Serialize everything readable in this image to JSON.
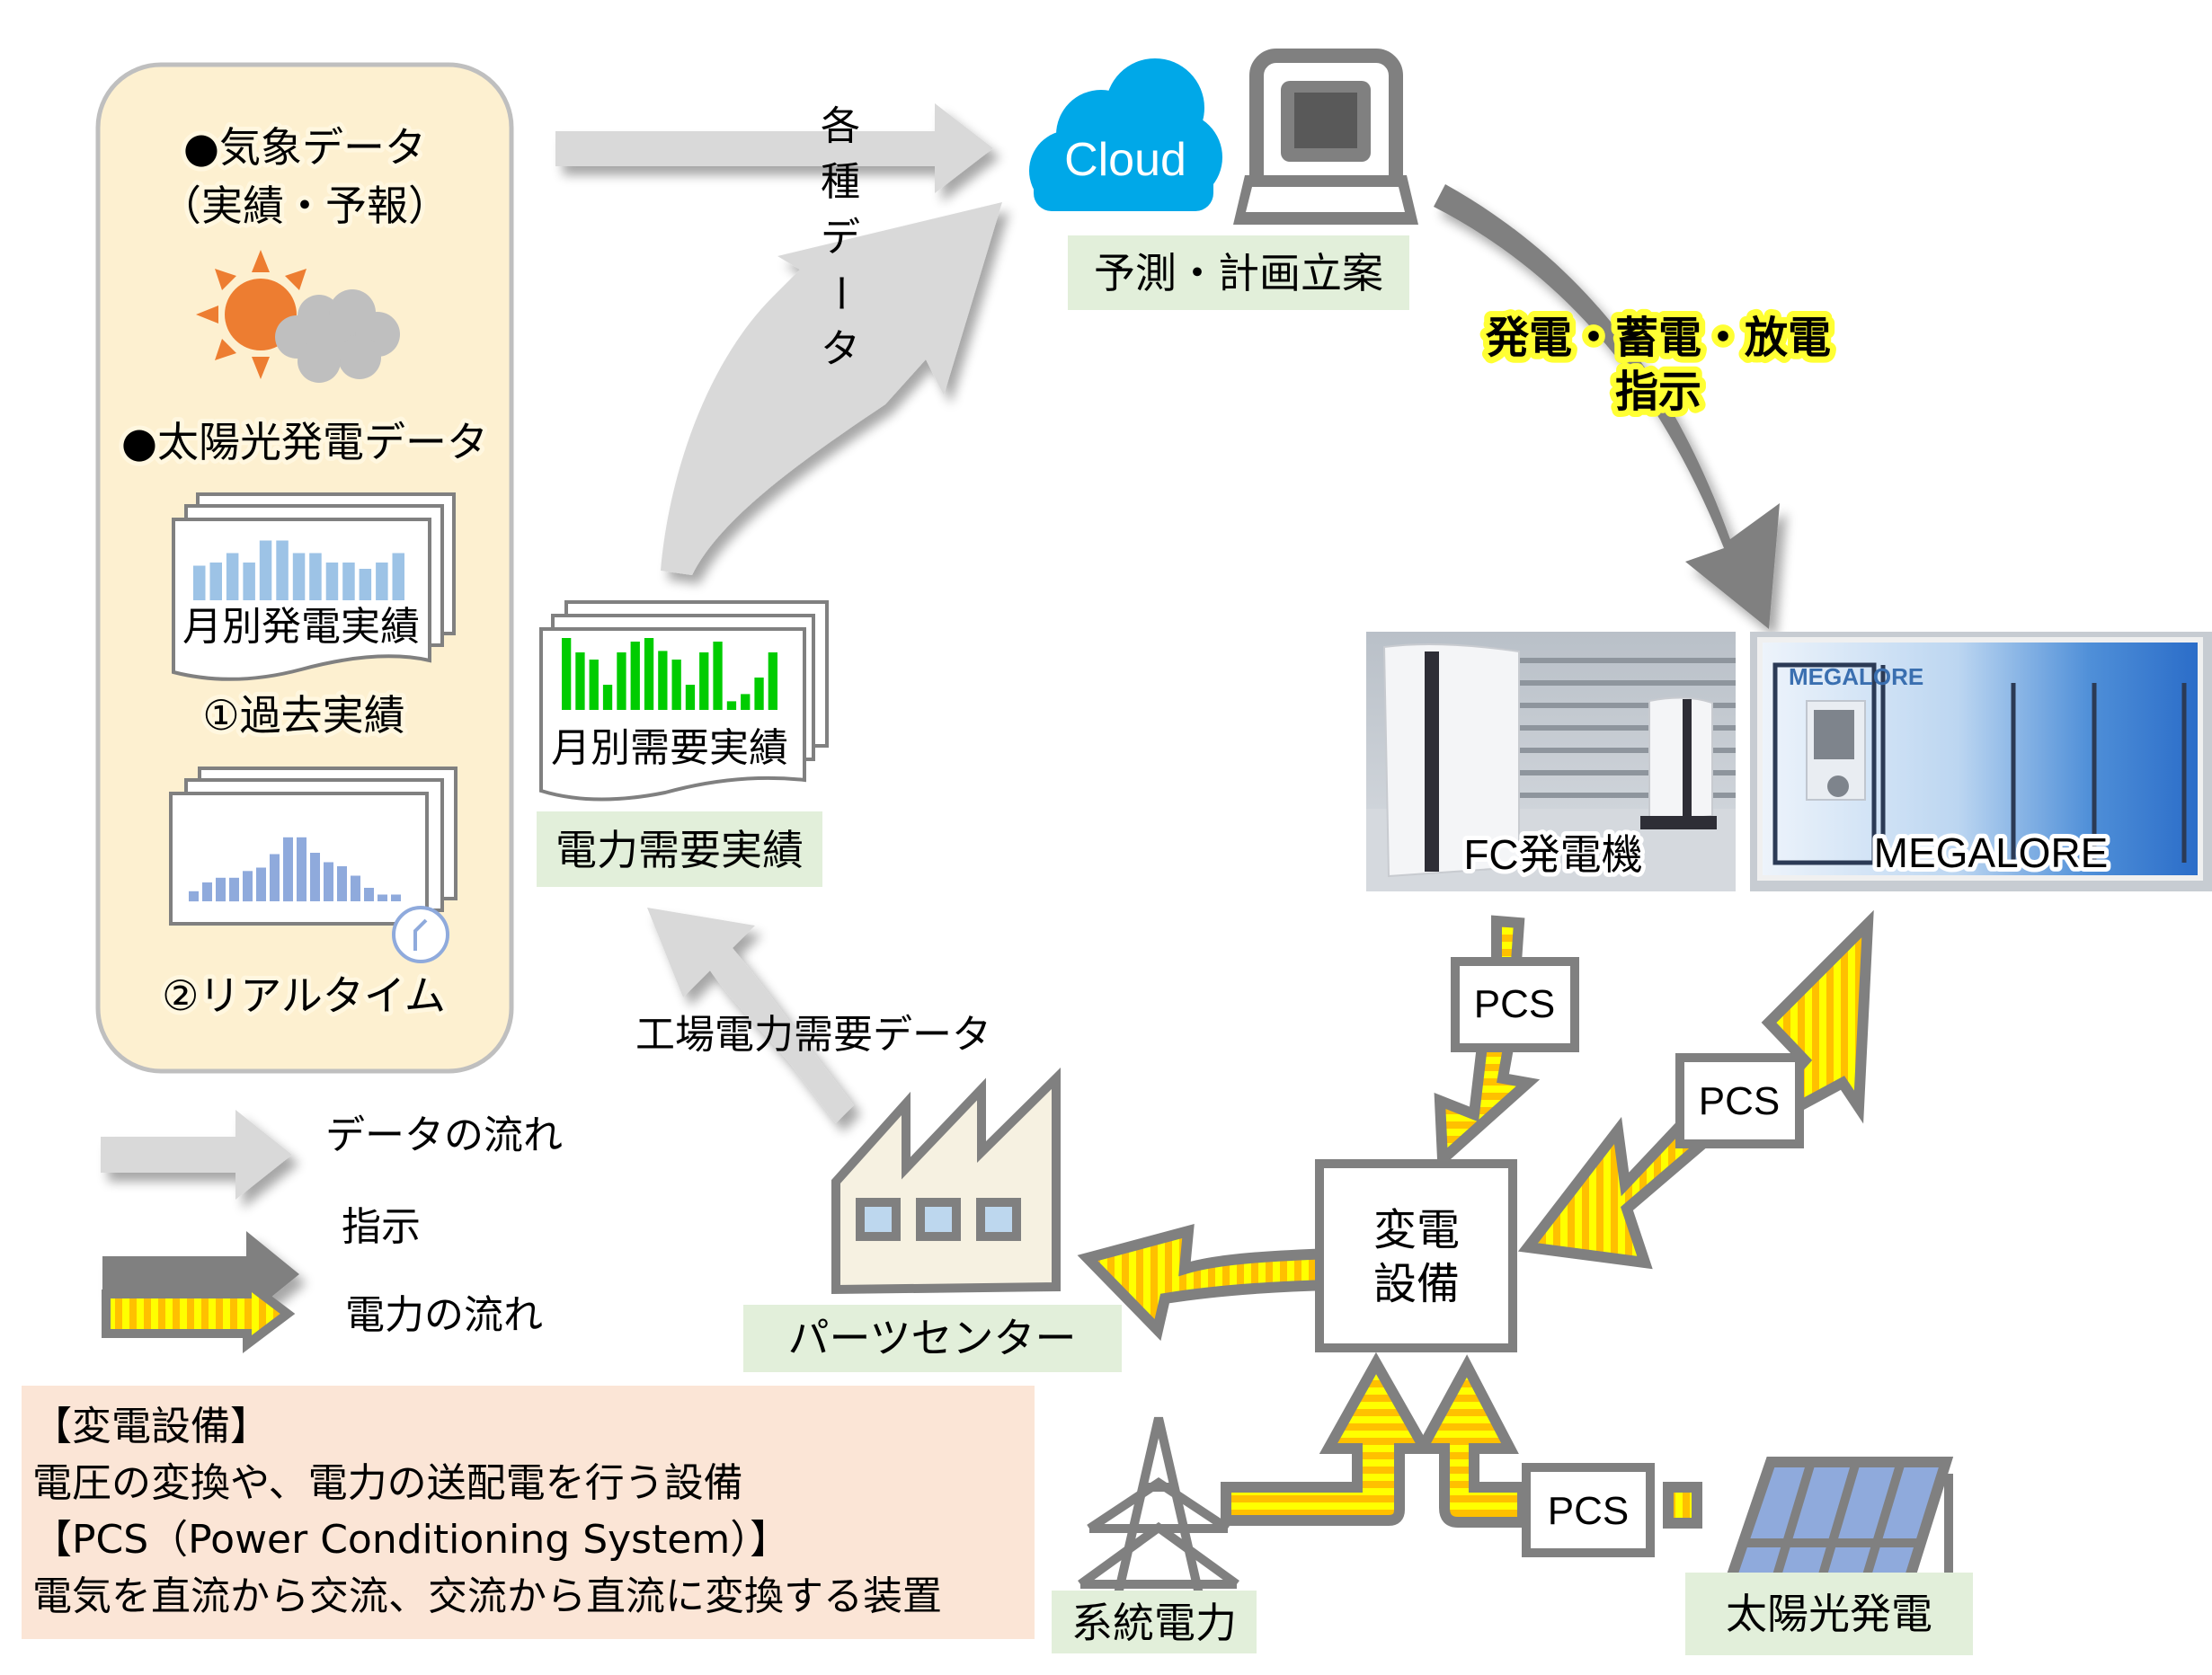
{
  "colors": {
    "panel_bg": "#fdf0d0",
    "panel_border": "#bfbfbf",
    "label_bg": "#e2efda",
    "note_bg": "#fbe5d6",
    "cloud": "#00a8e8",
    "data_arrow": "#d9d9d9",
    "instruction_arrow": "#808080",
    "power_yellow": "#ffff00",
    "power_orange": "#ffc000",
    "sun": "#ed7d31",
    "solar_bar": "#9dc3e6",
    "realtime_bar": "#8faadc",
    "demand_bar": "#00cc00"
  },
  "left_panel": {
    "weather_title": "●気象データ",
    "weather_sub": "（実績・予報）",
    "solar_title": "●太陽光発電データ",
    "doc1_label": "月別発電実績",
    "caption1": "①過去実績",
    "caption2": "②リアルタイム",
    "monthly_bars": [
      0.55,
      0.6,
      0.75,
      0.6,
      0.95,
      0.95,
      0.75,
      0.75,
      0.6,
      0.6,
      0.5,
      0.6,
      0.75
    ],
    "realtime_bars": [
      0.15,
      0.28,
      0.35,
      0.35,
      0.45,
      0.5,
      0.7,
      0.95,
      0.95,
      0.72,
      0.58,
      0.52,
      0.38,
      0.2,
      0.1,
      0.1
    ]
  },
  "cloud": {
    "label": "Cloud"
  },
  "planning": {
    "label": "予測・計画立案"
  },
  "various_data": {
    "label": "各種データ"
  },
  "instruction": {
    "line1": "発電・蓄電・放電",
    "line2": "指示"
  },
  "demand": {
    "doc_label": "月別需要実績",
    "label": "電力需要実績",
    "bars": [
      1.0,
      0.8,
      0.7,
      0.35,
      0.8,
      0.95,
      1.0,
      0.82,
      0.7,
      0.35,
      0.8,
      0.95,
      0.12,
      0.22,
      0.45,
      0.8
    ]
  },
  "factory_data": {
    "label": "工場電力需要データ"
  },
  "fc_generator": {
    "label": "FC発電機"
  },
  "megalore": {
    "label": "MEGALORE"
  },
  "pcs_label": "PCS",
  "transformer": {
    "line1": "変電",
    "line2": "設備"
  },
  "parts_center": {
    "label": "パーツセンター"
  },
  "grid_power": {
    "label": "系統電力"
  },
  "solar_power": {
    "label": "太陽光発電"
  },
  "legend": {
    "items": [
      {
        "label": "データの流れ",
        "type": "data"
      },
      {
        "label": "指示",
        "type": "instruction"
      },
      {
        "label": "電力の流れ",
        "type": "power"
      }
    ]
  },
  "note": {
    "lines": [
      "【変電設備】",
      "電圧の変換や、電力の送配電を行う設備",
      "【PCS（Power Conditioning System）】",
      "電気を直流から交流、交流から直流に変換する装置"
    ]
  }
}
